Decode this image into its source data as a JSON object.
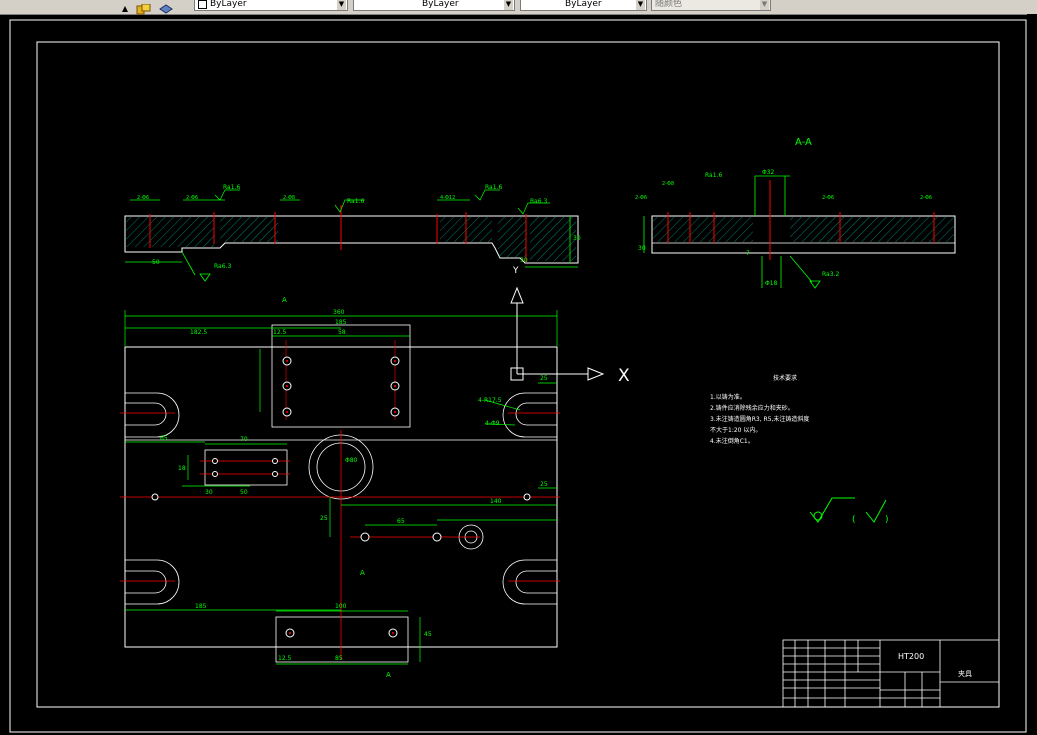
{
  "toolbar": {
    "linetype_value": "ByLayer",
    "lineweight_value": "ByLayer",
    "color_value": "ByLayer",
    "plotstyle_value": "随颜色"
  },
  "drawing": {
    "section_label": "A-A",
    "tech_title": "技术要求",
    "tech_notes": [
      "1.以铸为准。",
      "2.铸件应消除残余应力和夹砂。",
      "3.未注铸造圆角R3, R5,未注铸造斜度",
      "  不大于1:20 以内。",
      "4.未注倒角C1。"
    ],
    "axis_label": "X",
    "title_block": {
      "material": "HT200",
      "part_name": "夹具"
    },
    "dims": {
      "d360": "360",
      "d185": "185",
      "d182_5": "182.5",
      "d12_5a": "12.5",
      "d58": "58",
      "d25a": "25",
      "d65": "65",
      "d70": "70",
      "d18": "18",
      "d30a": "30",
      "d50": "50",
      "d100": "100",
      "d25b": "25",
      "d85": "85",
      "d12_5b": "12.5",
      "d45": "45",
      "d65b": "65",
      "d140": "140",
      "d30b": "30",
      "d4r": "4-R17.5",
      "d4a": "4-Φ9",
      "dphi": "Φ80",
      "ra16a": "Ra1.6",
      "ra16b": "Ra1.6",
      "ra63a": "Ra6.3",
      "ra63b": "Ra6.3",
      "ra32": "Ra3.2",
      "s1": "2-Φ6",
      "s2": "2-Φ6",
      "s3": "2-Φ8",
      "s4": "4-Φ12",
      "s5": "2-Φ8",
      "s6": "2-Φ6",
      "d30c": "30",
      "d50b": "50",
      "phi18": "Φ18",
      "phi32": "Φ32",
      "d7": "7"
    },
    "sec_mark": "A"
  }
}
